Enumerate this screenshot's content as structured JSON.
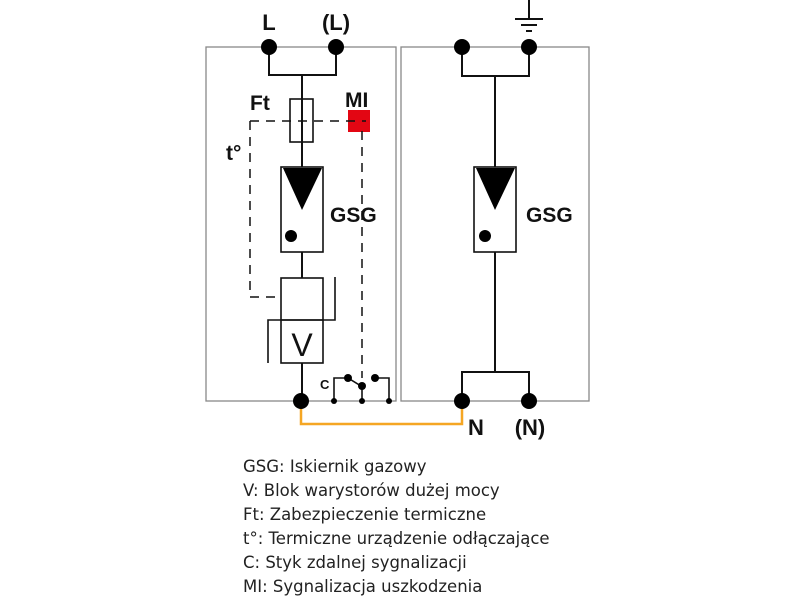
{
  "diagram": {
    "terminals": {
      "L": "L",
      "L_paren": "(L)",
      "N": "N",
      "N_paren": "(N)"
    },
    "labels": {
      "ft": "Ft",
      "mi": "MI",
      "t_degree": "t°",
      "gsg_left": "GSG",
      "gsg_right": "GSG",
      "varistor": "V",
      "contact": "C"
    },
    "colors": {
      "mi_indicator": "#e30613",
      "neutral_link": "#f5a623",
      "module_outline": "#888888",
      "wire": "#111111"
    }
  },
  "legend": [
    "GSG: Iskiernik gazowy",
    "V: Blok warystorów dużej mocy",
    "Ft: Zabezpieczenie termiczne",
    "t°: Termiczne urządzenie odłączające",
    "C: Styk zdalnej sygnalizacji",
    "MI: Sygnalizacja uszkodzenia"
  ]
}
